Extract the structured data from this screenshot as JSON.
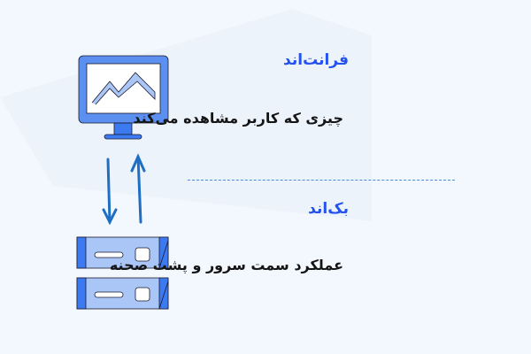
{
  "frontend": {
    "title": "فرانت‌اند",
    "description": "چیزی که کاربر مشاهده می‌کند"
  },
  "backend": {
    "title": "بک‌اند",
    "description": "عملکرد سمت سرور و پشت صحنه"
  },
  "colors": {
    "accent": "#2352f0",
    "monitor": "#5b8ff0",
    "server": "#a9c6f7",
    "arrow": "#1e6fc4",
    "background": "#f3f8fe"
  },
  "icons": [
    "monitor-icon",
    "server-icon",
    "arrow-down-icon",
    "arrow-up-icon"
  ]
}
